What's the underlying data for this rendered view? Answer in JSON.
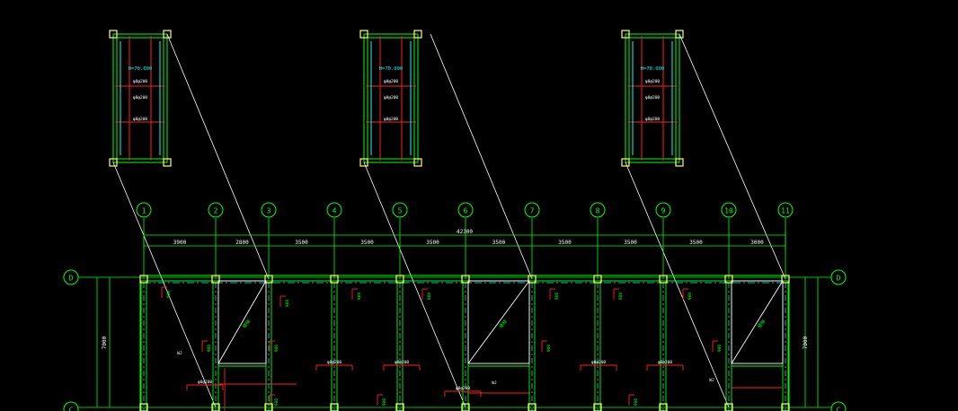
{
  "colors": {
    "background": "#000000",
    "grid_line": "#00ff00",
    "axis_line": "#00ff00",
    "beam_red": "#ff2020",
    "leader_white": "#ffffff",
    "column_yellow": "#ffff66",
    "wall_cyan": "#00ffff",
    "text_green": "#00ff00",
    "text_cyan": "#00ffff"
  },
  "axes_top": [
    "1",
    "2",
    "3",
    "4",
    "5",
    "6",
    "7",
    "8",
    "9",
    "10",
    "11"
  ],
  "axes_side": [
    "D",
    "C"
  ],
  "overall_dimension": "42300",
  "bay_dimensions": [
    "3900",
    "2800",
    "3500",
    "3500",
    "3500",
    "3500",
    "3500",
    "3500",
    "3500",
    "3000"
  ],
  "side_dimension": "7000",
  "detail_views": [
    {
      "elevation": "H=70.000",
      "labels": [
        "φ8@200",
        "φ8@200",
        "φ8@200"
      ]
    },
    {
      "elevation": "H=70.000",
      "labels": [
        "φ8@200",
        "φ8@200",
        "φ8@200"
      ]
    },
    {
      "elevation": "H=70.000",
      "labels": [
        "φ8@200",
        "φ8@200",
        "φ8@200"
      ]
    }
  ],
  "plan_labels": {
    "beam_tags": [
      "900",
      "900",
      "900",
      "900",
      "900",
      "900",
      "900",
      "900",
      "900",
      "900",
      "900",
      "900",
      "900",
      "900"
    ],
    "stair_tags": [
      "楼梯",
      "楼梯",
      "楼梯"
    ],
    "rebar_tags": [
      "φ8@200",
      "φ8@200",
      "φ8@200",
      "φ8@200",
      "φ8@200",
      "φ8@200"
    ],
    "misc_tags": [
      "WJ",
      "WJ",
      "WJ"
    ]
  }
}
